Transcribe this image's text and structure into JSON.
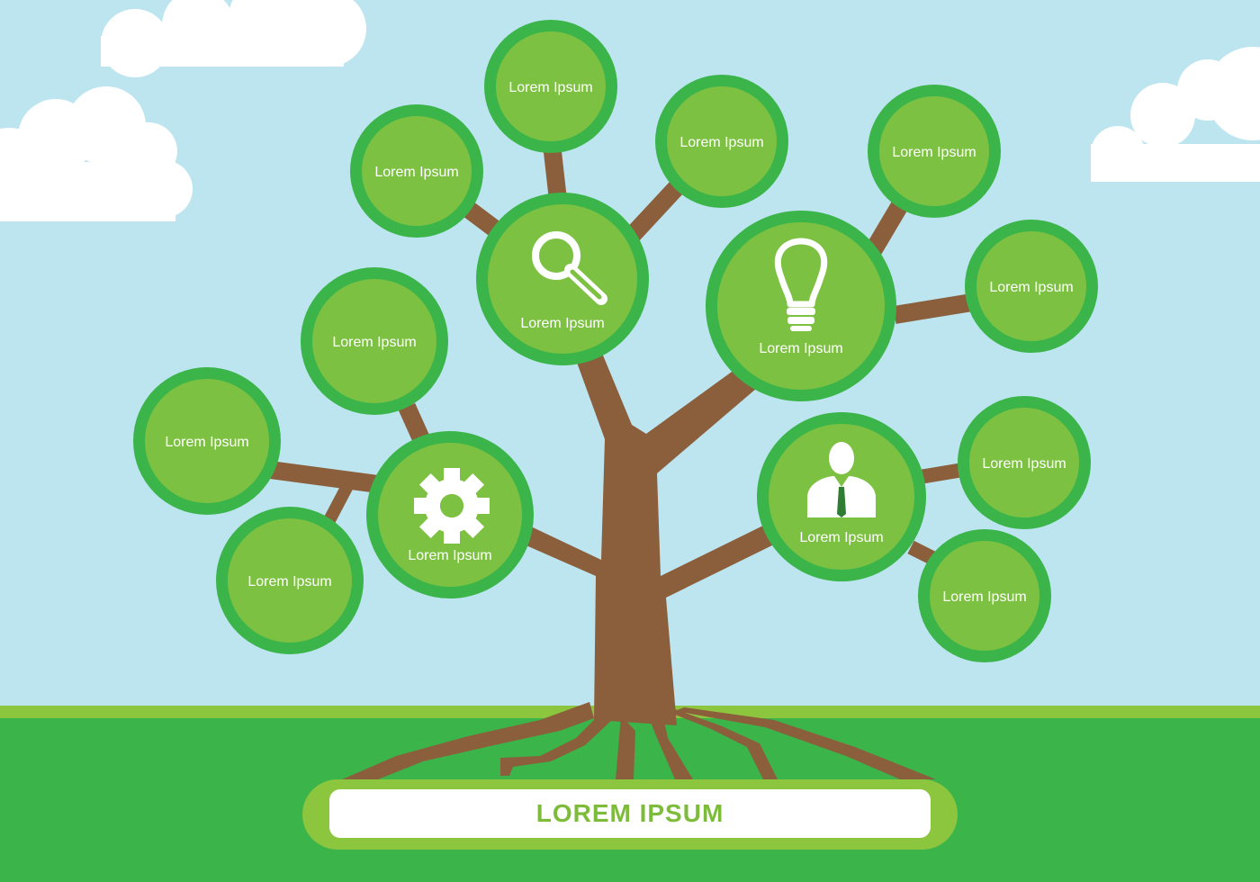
{
  "colors": {
    "sky": "#bce5ef",
    "cloud": "#ffffff",
    "grass": "#3bb54a",
    "grass_light": "#8cc63f",
    "trunk": "#8b5e3c",
    "node_ring": "#3bb54a",
    "node_fill": "#7dc142",
    "label": "#ffffff",
    "root_title": "#7cbc3a"
  },
  "root": {
    "title": "LOREM IPSUM"
  },
  "hubs": [
    {
      "id": "search",
      "icon": "magnifier-icon",
      "label": "Lorem Ipsum"
    },
    {
      "id": "idea",
      "icon": "lightbulb-icon",
      "label": "Lorem Ipsum"
    },
    {
      "id": "settings",
      "icon": "gear-icon",
      "label": "Lorem Ipsum"
    },
    {
      "id": "person",
      "icon": "businessman-icon",
      "label": "Lorem Ipsum"
    }
  ],
  "leaves": [
    {
      "hub": "search",
      "label": "Lorem Ipsum"
    },
    {
      "hub": "search",
      "label": "Lorem Ipsum"
    },
    {
      "hub": "search",
      "label": "Lorem Ipsum"
    },
    {
      "hub": "idea",
      "label": "Lorem Ipsum"
    },
    {
      "hub": "idea",
      "label": "Lorem Ipsum"
    },
    {
      "hub": "settings",
      "label": "Lorem Ipsum"
    },
    {
      "hub": "settings",
      "label": "Lorem Ipsum"
    },
    {
      "hub": "settings",
      "label": "Lorem Ipsum"
    },
    {
      "hub": "person",
      "label": "Lorem Ipsum"
    },
    {
      "hub": "person",
      "label": "Lorem Ipsum"
    }
  ]
}
